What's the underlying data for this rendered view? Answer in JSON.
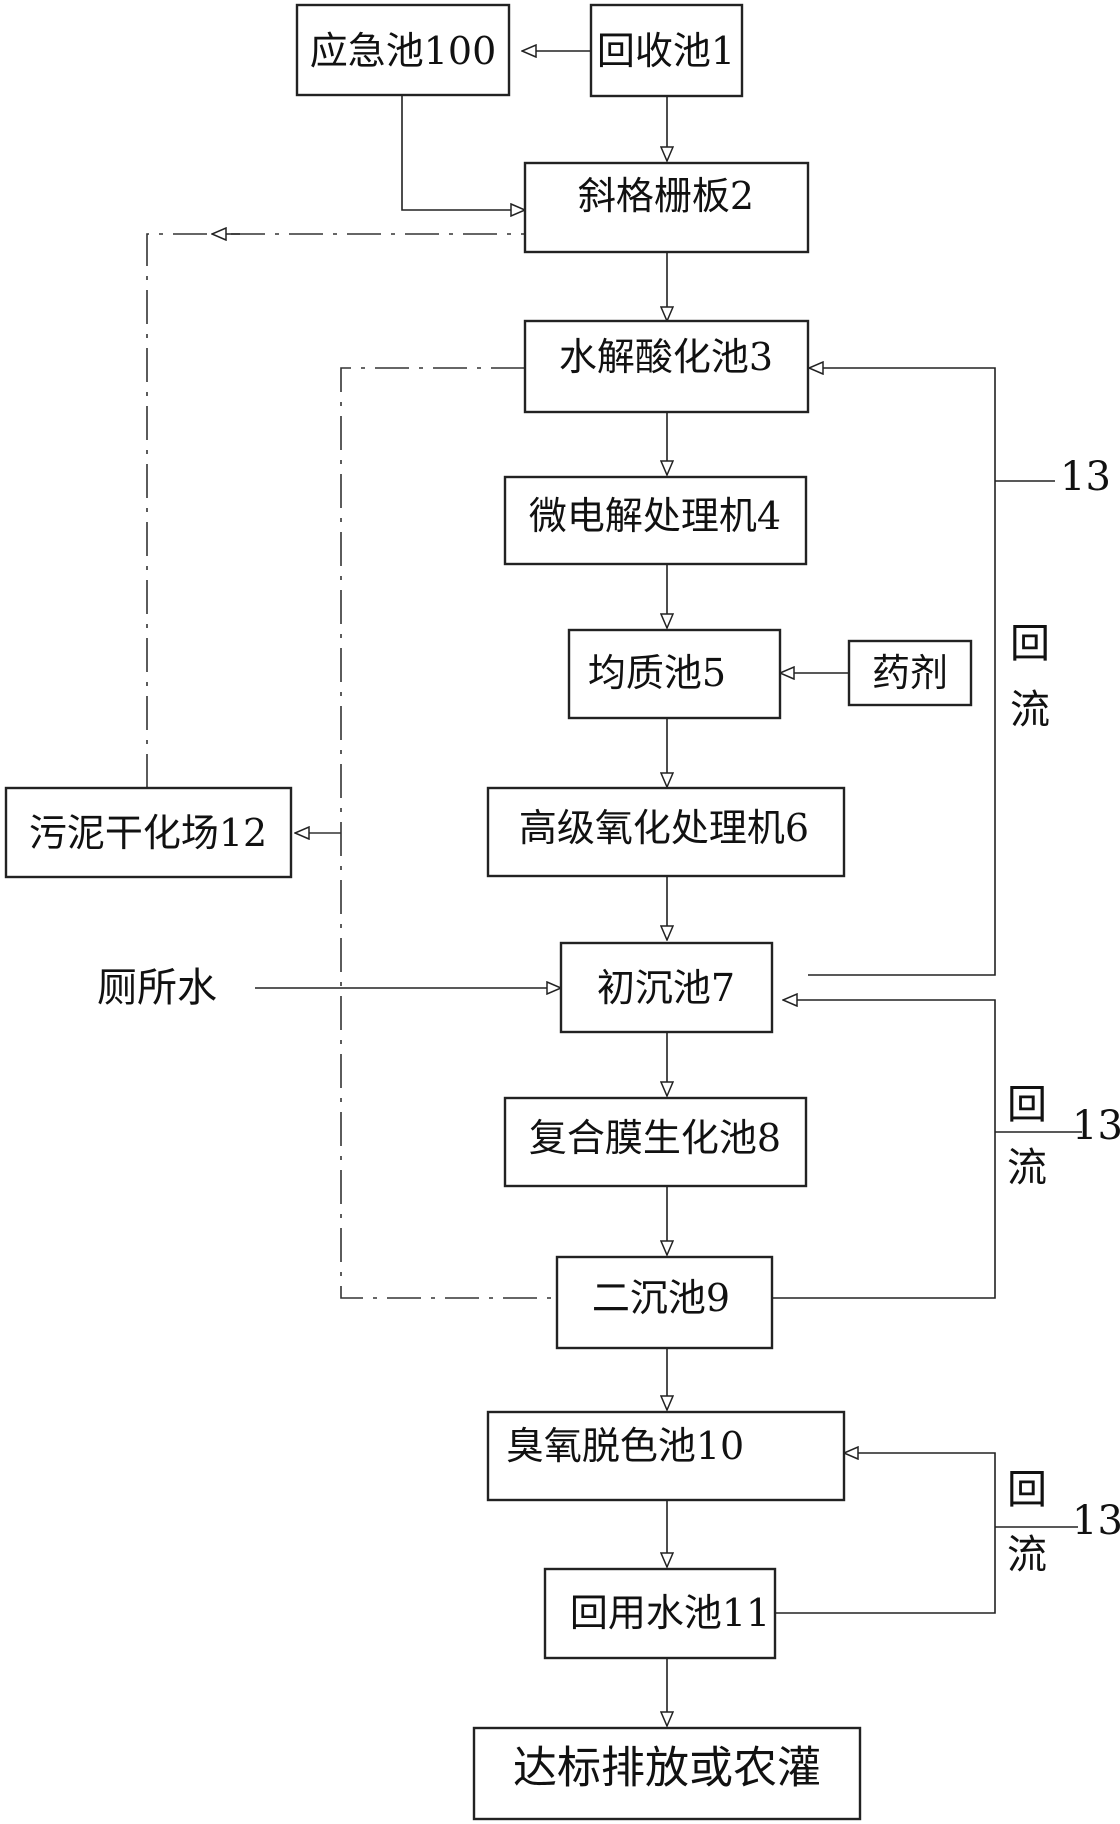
{
  "nodes": {
    "recovery_pool": "回收池1",
    "emergency_pool": "应急池100",
    "screen": "斜格栅板2",
    "hydrolysis": "水解酸化池3",
    "micro_electrolysis": "微电解处理机4",
    "equalization": "均质池5",
    "reagent": "药剂",
    "advanced_oxidation": "高级氧化处理机6",
    "primary_settling": "初沉池7",
    "membrane_bio": "复合膜生化池8",
    "secondary_settling": "二沉池9",
    "ozone": "臭氧脱色池10",
    "reuse_pool": "回用水池11",
    "discharge": "达标排放或农灌",
    "sludge": "污泥干化场12",
    "toilet_water": "厕所水"
  },
  "reflux": {
    "label_top": "回",
    "label_bottom": "流",
    "ref": "13"
  }
}
